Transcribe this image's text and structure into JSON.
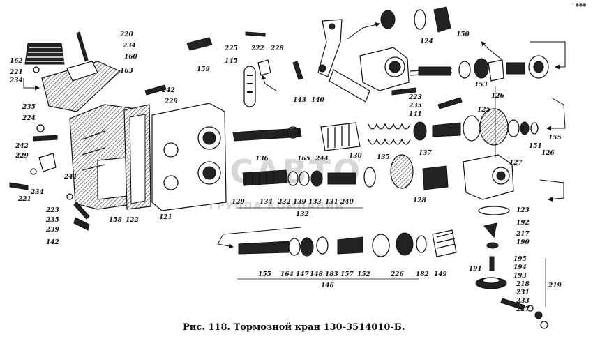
{
  "caption": "Рис. 118. Тормозной кран 130-3514010-Б.",
  "watermark": {
    "main": "ГОСАВТО",
    "sub": "ГРУППА КОМПАНИЙ",
    "color": "#b8b8b8"
  },
  "corner_mark": "\" ●●●",
  "labels": [
    "220",
    "234",
    "162",
    "160",
    "163",
    "221",
    "234",
    "242",
    "229",
    "235",
    "224",
    "242",
    "229",
    "241",
    "221",
    "234",
    "223",
    "235",
    "239",
    "142",
    "158",
    "122",
    "121",
    "225",
    "145",
    "222",
    "228",
    "159",
    "143",
    "140",
    "124",
    "150",
    "223",
    "235",
    "141",
    "153",
    "126",
    "125",
    "155",
    "151",
    "126",
    "127",
    "136",
    "165",
    "244",
    "130",
    "135",
    "137",
    "129",
    "134",
    "232",
    "139",
    "133",
    "131",
    "240",
    "132",
    "128",
    "123",
    "192",
    "217",
    "190",
    "155",
    "164",
    "147",
    "148",
    "183",
    "157",
    "152",
    "226",
    "182",
    "149",
    "146",
    "191",
    "195",
    "194",
    "193",
    "218",
    "231",
    "233",
    "227",
    "219"
  ]
}
